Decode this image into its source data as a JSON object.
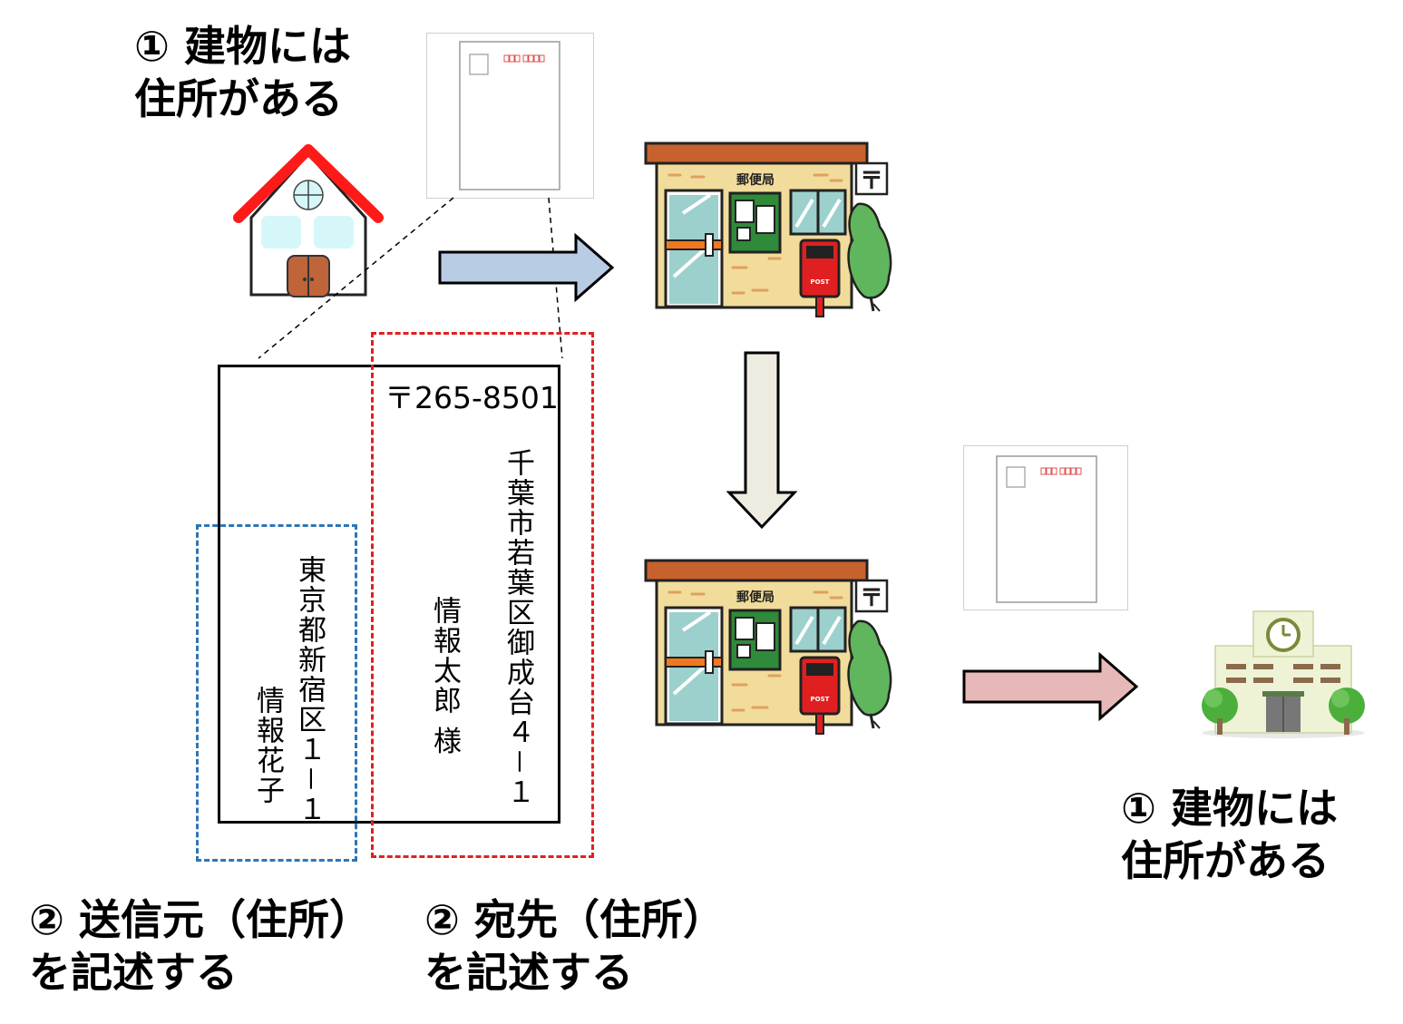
{
  "captions": {
    "top_left": {
      "line1": "① 建物には",
      "line2": "住所がある"
    },
    "bottom_right": {
      "line1": "① 建物には",
      "line2": "住所がある"
    },
    "sender": {
      "line1": "② 送信元（住所）",
      "line2": "を記述する"
    },
    "recipient": {
      "line1": "② 宛先（住所）",
      "line2": "を記述する"
    }
  },
  "envelope": {
    "postal_code": "〒265-8501",
    "recipient_address": "千葉市若葉区御成台４－１",
    "recipient_name": "情報太郎 様",
    "sender_address": "東京都新宿区１－１",
    "sender_name": "情報花子"
  },
  "post_office_sign": "郵便局",
  "post_box_label": "POST",
  "postal_mark": "〒",
  "colors": {
    "sender_box": "#2e75b6",
    "recipient_box": "#e02020",
    "arrow_blue": "#b8cce4",
    "arrow_grey": "#eeece1",
    "arrow_pink": "#e6b9b8",
    "roof_red": "#ff1a1a"
  },
  "icons": [
    "house-icon",
    "postcard-icon",
    "post-office-icon",
    "school-building-icon",
    "tree-icon"
  ]
}
